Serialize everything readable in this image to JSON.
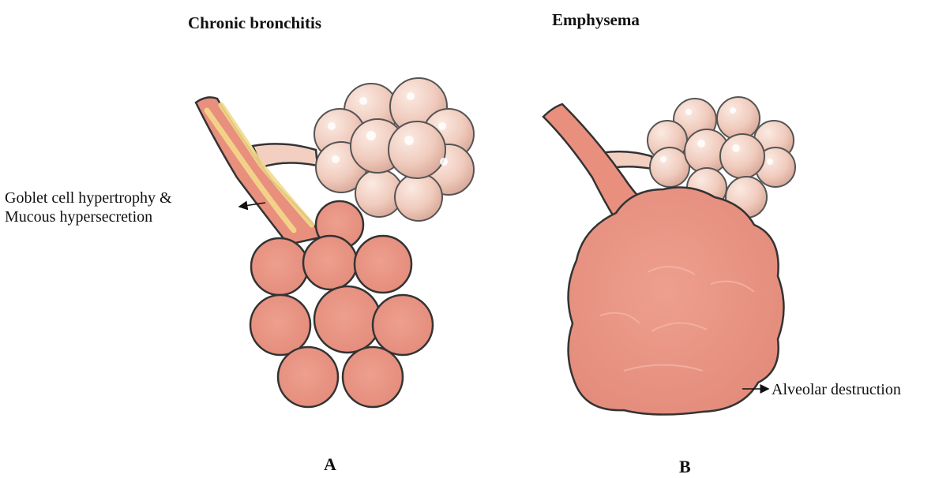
{
  "panels": [
    {
      "id": "A",
      "title": "Chronic bronchitis",
      "letter": "A",
      "annotation": {
        "line1": "Goblet cell hypertrophy &",
        "line2": "Mucous hypersecretion"
      }
    },
    {
      "id": "B",
      "title": "Emphysema",
      "letter": "B",
      "annotation": {
        "line1": "Alveolar destruction"
      }
    }
  ],
  "colors": {
    "alveolus_pink": "#eb9e8c",
    "alveolus_outline": "#333333",
    "membrane": "#fbe0d5",
    "healthy_cluster": "#f2d0c2",
    "mucus_yellow": "#f3d98a"
  }
}
